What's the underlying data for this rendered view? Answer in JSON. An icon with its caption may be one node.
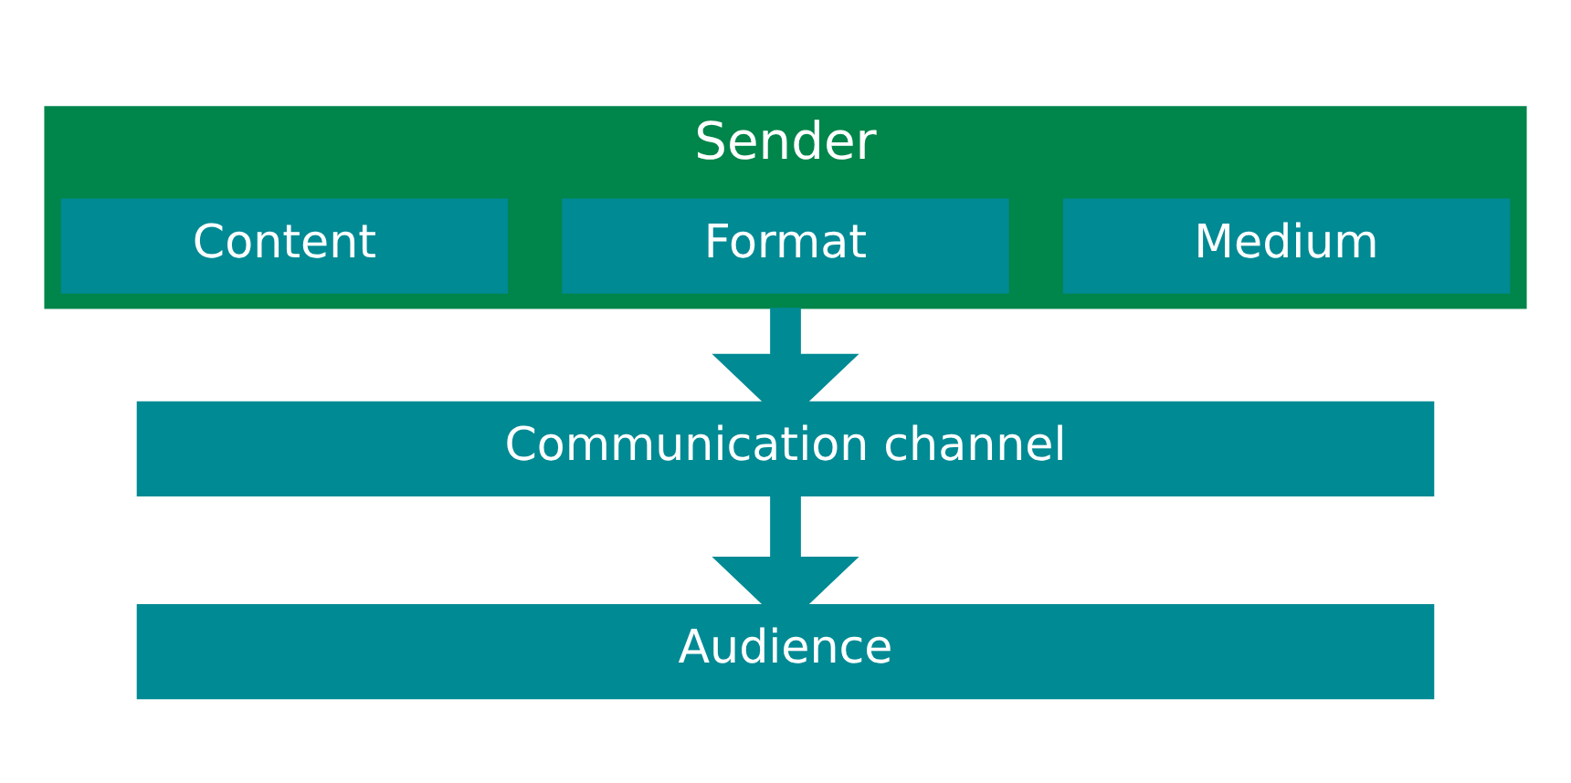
{
  "diagram": {
    "nodes": [
      {
        "text": [
          "Sender"
        ]
      },
      {
        "text": [
          "Content"
        ],
        "in": 0
      },
      {
        "text": [
          "Format"
        ],
        "in": 0
      },
      {
        "text": [
          "Medium"
        ],
        "in": 0
      },
      {
        "text": [
          "Communication channel"
        ]
      },
      {
        "text": [
          "Audience"
        ]
      }
    ],
    "edges": [
      {
        "from": 0,
        "to": 4,
        "arrow": "to"
      },
      {
        "from": 4,
        "to": 5,
        "arrow": "to"
      }
    ]
  }
}
